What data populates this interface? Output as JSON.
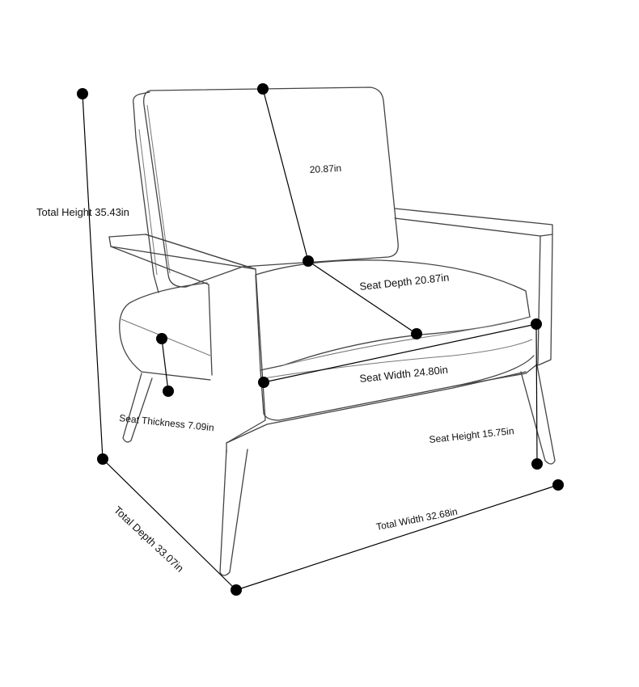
{
  "dimensions": {
    "total_height": "Total Height 35.43in",
    "back_height": "20.87in",
    "seat_depth": "Seat Depth 20.87in",
    "seat_width": "Seat Width 24.80in",
    "seat_thickness": "Seat Thickness 7.09in",
    "seat_height": "Seat Height 15.75in",
    "total_width": "Total Width 32.68in",
    "total_depth": "Total Depth 33.07in"
  }
}
